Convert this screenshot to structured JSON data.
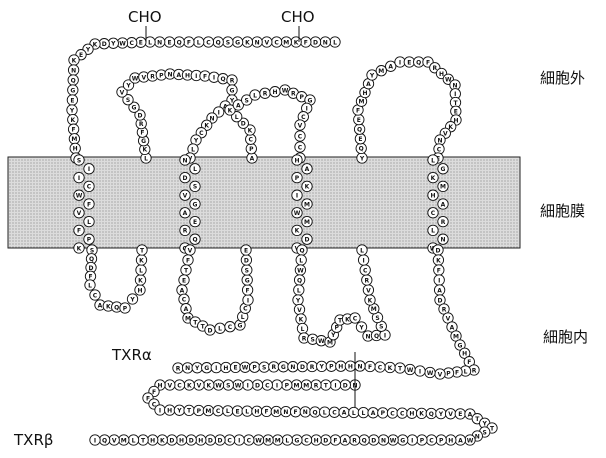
{
  "labels": {
    "extracellular": "細胞外",
    "membrane": "細胞膜",
    "intracellular": "細胞内",
    "cho_left": "CHO",
    "cho_right": "CHO",
    "txr_alpha": "TXRα",
    "txr_beta": "TXRβ"
  },
  "colors": {
    "membrane_fill": "#cfcfcf",
    "membrane_border": "#222222",
    "residue_outline": "#111111",
    "residue_fill": "#ffffff",
    "residue_letter": "#111111"
  }
}
